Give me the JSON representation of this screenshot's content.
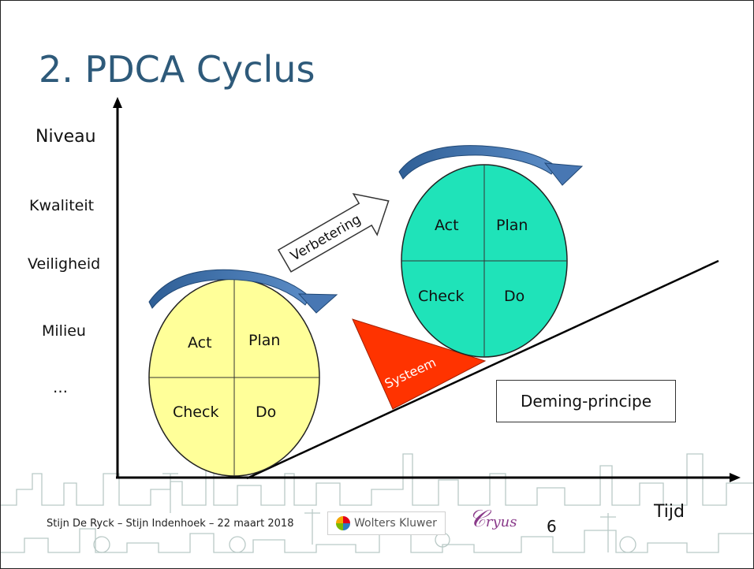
{
  "slide": {
    "title": "2. PDCA Cyclus",
    "y_axis_title": "Niveau",
    "x_axis_title": "Tijd",
    "y_labels": [
      "Kwaliteit",
      "Veiligheid",
      "Milieu",
      "…"
    ],
    "cycle_lower": {
      "act": "Act",
      "plan": "Plan",
      "check": "Check",
      "do": "Do",
      "color": "#ffff99"
    },
    "cycle_upper": {
      "act": "Act",
      "plan": "Plan",
      "check": "Check",
      "do": "Do",
      "color": "#1fe3b9"
    },
    "improvement_arrow_label": "Verbetering",
    "wedge_label": "Systeem",
    "wedge_color": "#ff3300",
    "principle_label": "Deming-principe",
    "arc_arrow_color": "#3d6fa8"
  },
  "footer": {
    "presenters": "Stijn De Ryck – Stijn Indenhoek – 22 maart 2018",
    "logo_wolters_kluwer": "Wolters Kluwer",
    "logo_cryus": "Cryus",
    "page_number": "6"
  }
}
